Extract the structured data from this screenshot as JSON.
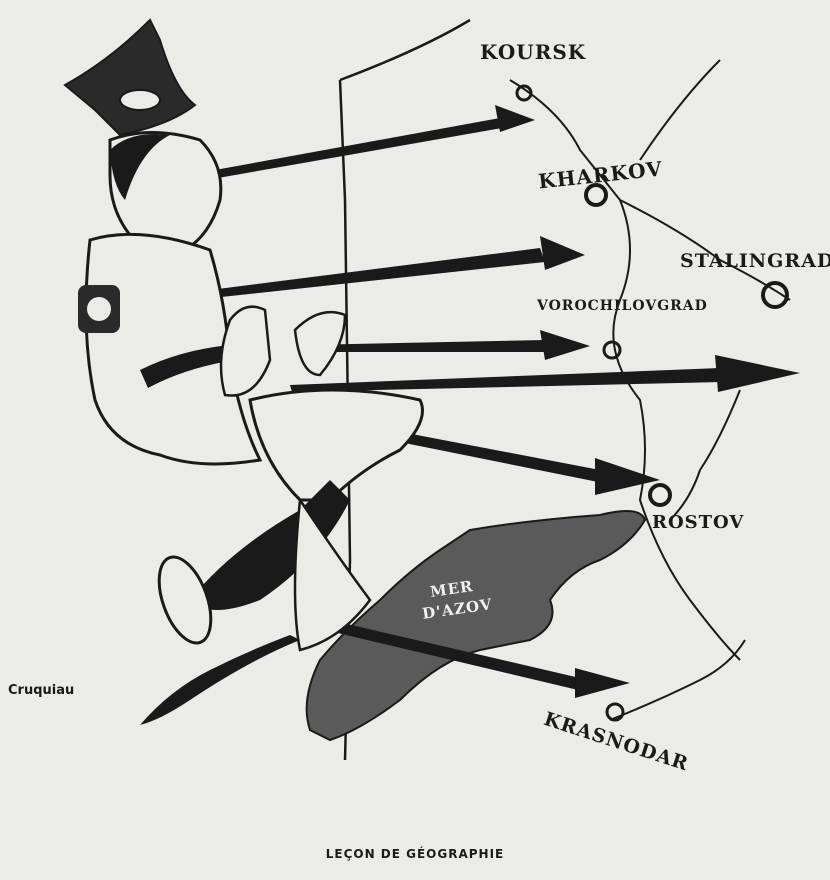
{
  "cities": {
    "koursk": "KOURSK",
    "kharkov": "KHARKOV",
    "stalingrad": "STALINGRAD",
    "vorochilovgrad": "VOROCHILOVGRAD",
    "rostov": "ROSTOV",
    "krasnodar": "KRASNODAR"
  },
  "sea": {
    "line1": "MER",
    "line2": "D'AZOV"
  },
  "signature": "Cruquiau",
  "caption": "LEÇON DE GÉOGRAPHIE",
  "colors": {
    "ink": "#1a1a1a",
    "paper": "#ebebe8",
    "sea": "#5a5a5a"
  }
}
